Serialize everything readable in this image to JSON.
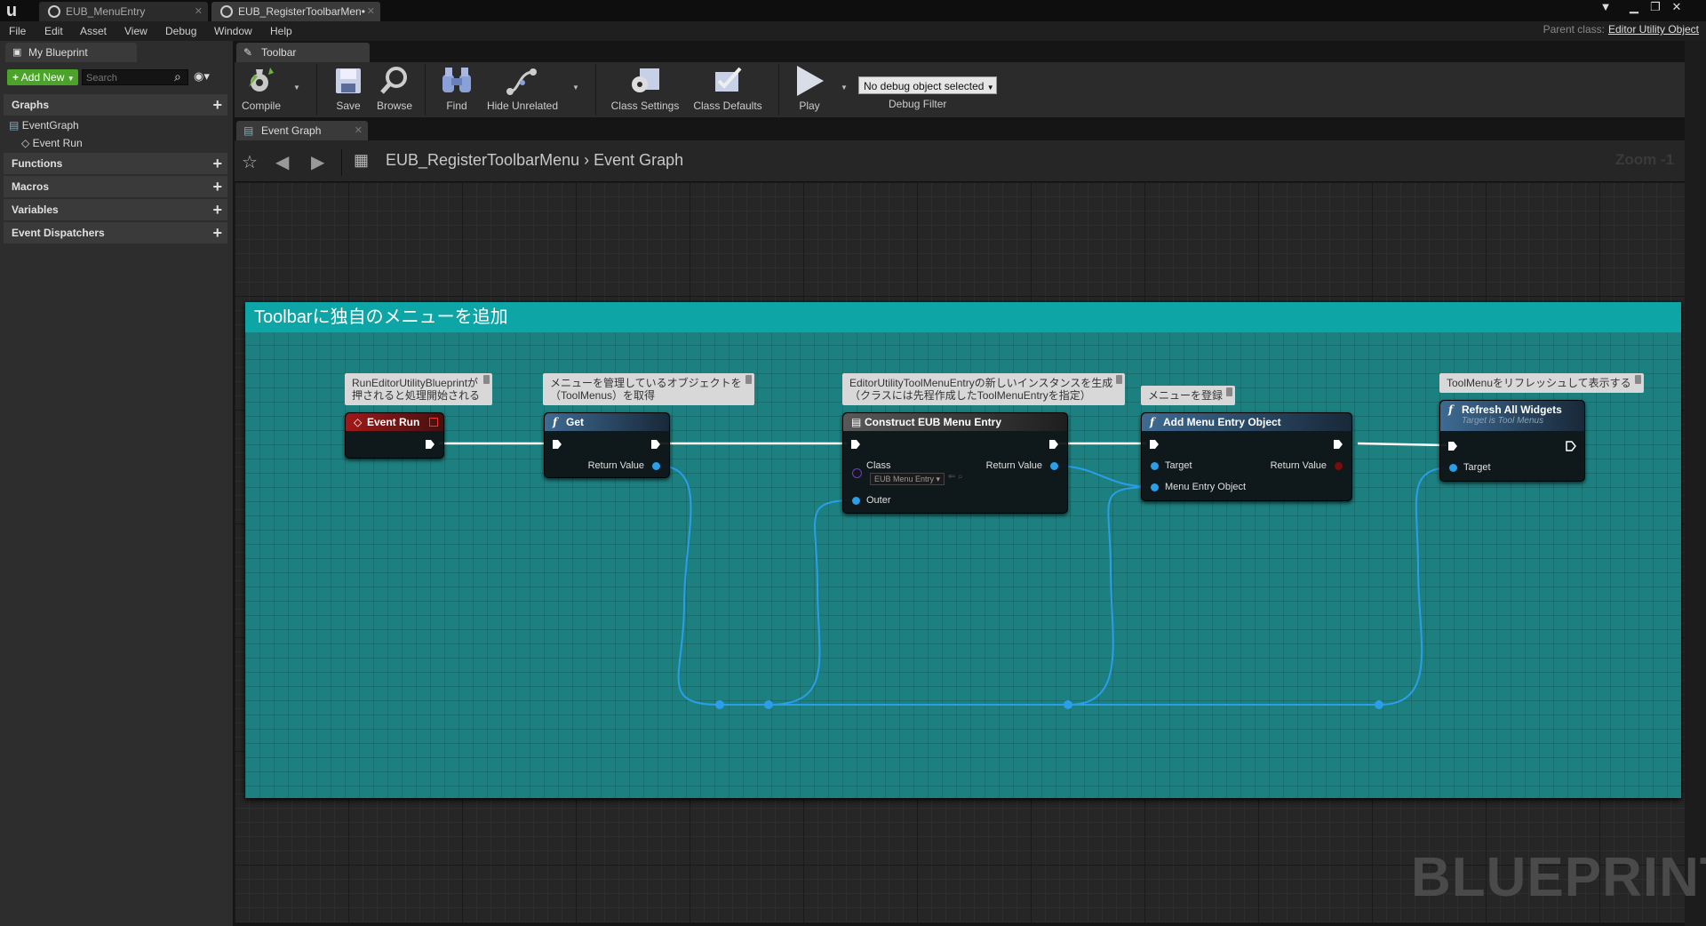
{
  "doc_tabs": [
    "EUB_MenuEntry",
    "EUB_RegisterToolbarMen•"
  ],
  "menu": [
    "File",
    "Edit",
    "Asset",
    "View",
    "Debug",
    "Window",
    "Help"
  ],
  "parent_class": {
    "label": "Parent class:",
    "value": "Editor Utility Object"
  },
  "left_panel": {
    "tab": "My Blueprint",
    "add_new": "Add New",
    "search_placeholder": "Search",
    "graphs": "Graphs",
    "event_graph": "EventGraph",
    "event_run": "Event Run",
    "functions": "Functions",
    "macros": "Macros",
    "variables": "Variables",
    "event_dispatchers": "Event Dispatchers"
  },
  "toolbar": {
    "tab": "Toolbar",
    "compile": "Compile",
    "save": "Save",
    "browse": "Browse",
    "find": "Find",
    "hide_unrelated": "Hide Unrelated",
    "class_settings": "Class Settings",
    "class_defaults": "Class Defaults",
    "play": "Play",
    "debug_select": "No debug object selected",
    "debug_filter": "Debug Filter"
  },
  "graph": {
    "tab": "Event Graph",
    "breadcrumb_bp": "EUB_RegisterToolbarMenu",
    "breadcrumb_graph": "Event Graph",
    "zoom": "Zoom -1",
    "watermark": "BLUEPRINT"
  },
  "comment_title": "Toolbarに独自のメニューを追加",
  "bubbles": {
    "b1_l1": "RunEditorUtilityBlueprintが",
    "b1_l2": "押されると処理開始される",
    "b2_l1": "メニューを管理しているオブジェクトを",
    "b2_l2": "（ToolMenus）を取得",
    "b3_l1": "EditorUtilityToolMenuEntryの新しいインスタンスを生成",
    "b3_l2": "（クラスには先程作成したToolMenuEntryを指定）",
    "b4": "メニューを登録",
    "b5": "ToolMenuをリフレッシュして表示する"
  },
  "nodes": {
    "event_run": {
      "title": "Event Run"
    },
    "get": {
      "title": "Get",
      "return": "Return Value"
    },
    "construct": {
      "title": "Construct EUB Menu Entry",
      "class_pin": "Class",
      "class_value": "EUB Menu Entry",
      "outer": "Outer",
      "return": "Return Value"
    },
    "add": {
      "title": "Add Menu Entry Object",
      "target": "Target",
      "menu_entry": "Menu Entry Object",
      "return": "Return Value"
    },
    "refresh": {
      "title": "Refresh All Widgets",
      "subtitle": "Target is Tool Menus",
      "target": "Target"
    }
  },
  "colors": {
    "comment_header": "#0da5a5",
    "comment_body": "#1d8080",
    "wire_data": "#2a9ee8",
    "add_new": "#4ba32a"
  }
}
